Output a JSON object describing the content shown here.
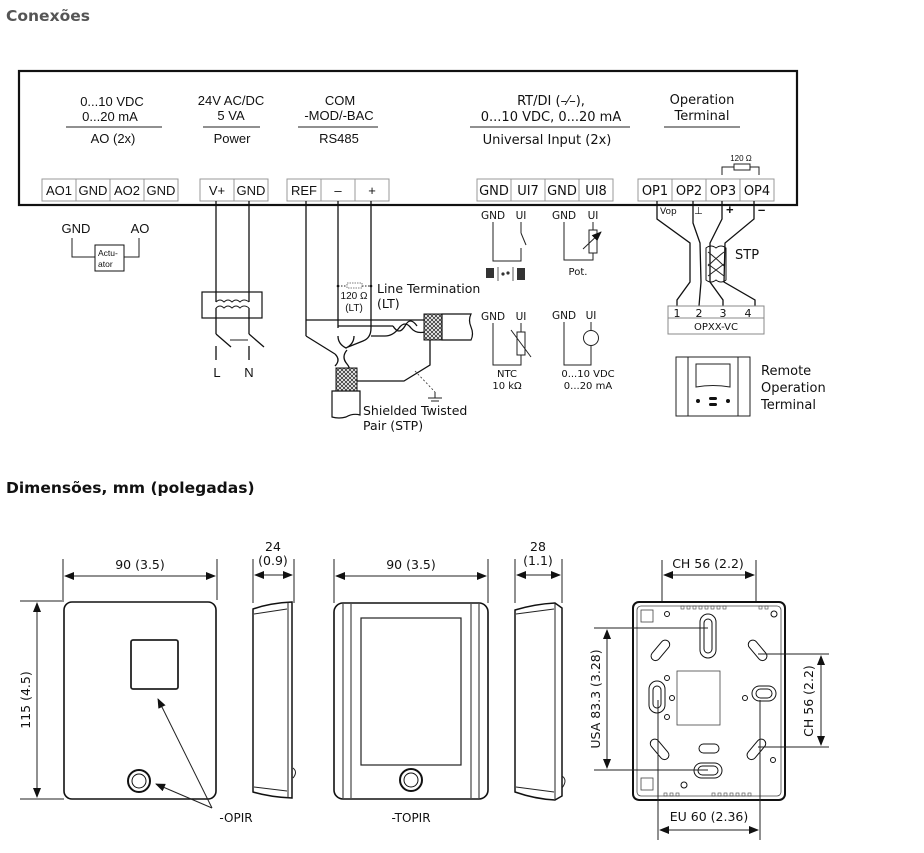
{
  "sections": {
    "connections_title": "Conexões",
    "dimensions_title": "Dimensões, mm (polegadas)"
  },
  "wiring": {
    "groups": [
      {
        "line1": "0...10 VDC",
        "line2": "0...20 mA",
        "label": "AO (2x)"
      },
      {
        "line1": "24V AC/DC",
        "line2": "5 VA",
        "label": "Power"
      },
      {
        "line1": "COM",
        "line2": "-MOD/-BAC",
        "label": "RS485"
      },
      {
        "line1": "RT/DI (–⁄–),",
        "line2": "0...10 VDC, 0...20 mA",
        "label": "Universal Input (2x)"
      },
      {
        "line1": "Operation",
        "line2": "Terminal",
        "label": ""
      }
    ],
    "terminals": {
      "ao": [
        "AO1",
        "GND",
        "AO2",
        "GND"
      ],
      "power": [
        "V+",
        "GND"
      ],
      "rs485": [
        "REF",
        "–",
        "+"
      ],
      "ui": [
        "GND",
        "UI7",
        "GND",
        "UI8"
      ],
      "op": [
        "OP1",
        "OP2",
        "OP3",
        "OP4"
      ]
    },
    "op_resistor": "120 Ω",
    "op_signals": [
      "Vop",
      "⊥",
      "+",
      "–"
    ],
    "actuator": {
      "gnd": "GND",
      "ao": "AO",
      "box_line1": "Actu-",
      "box_line2": "ator"
    },
    "power_supply": {
      "l": "L",
      "n": "N"
    },
    "line_termination": {
      "resistor_line1": "120 Ω",
      "resistor_line2": "(LT)",
      "label_line1": "Line Termination",
      "label_line2": "(LT)"
    },
    "stp_cable": {
      "line1": "Shielded Twisted",
      "line2": "Pair (STP)"
    },
    "ui_examples": [
      {
        "gnd": "GND",
        "ui": "UI",
        "caption1": "",
        "caption2": "",
        "type": "switch"
      },
      {
        "gnd": "GND",
        "ui": "UI",
        "caption1": "Pot.",
        "caption2": "",
        "type": "potentiometer"
      },
      {
        "gnd": "GND",
        "ui": "UI",
        "caption1": "NTC",
        "caption2": "10 kΩ",
        "type": "ntc"
      },
      {
        "gnd": "GND",
        "ui": "UI",
        "caption1": "0...10 VDC",
        "caption2": "0...20 mA",
        "type": "source"
      }
    ],
    "op_cable": {
      "stp": "STP",
      "pins": [
        "1",
        "2",
        "3",
        "4"
      ],
      "device": "OPXX-VC"
    },
    "remote_terminal": {
      "line1": "Remote",
      "line2": "Operation",
      "line3": "Terminal"
    }
  },
  "dimensions": {
    "front_width_1": "90 (3.5)",
    "height": "115 (4.5)",
    "depth_1_line1": "24",
    "depth_1_line2": "(0.9)",
    "model_1": "-OPIR",
    "front_width_2": "90 (3.5)",
    "depth_2_line1": "28",
    "depth_2_line2": "(1.1)",
    "model_2": "-TOPIR",
    "back_top": "CH 56 (2.2)",
    "back_left": "USA 83.3 (3.28)",
    "back_right": "CH 56 (2.2)",
    "back_bottom": "EU 60 (2.36)"
  }
}
